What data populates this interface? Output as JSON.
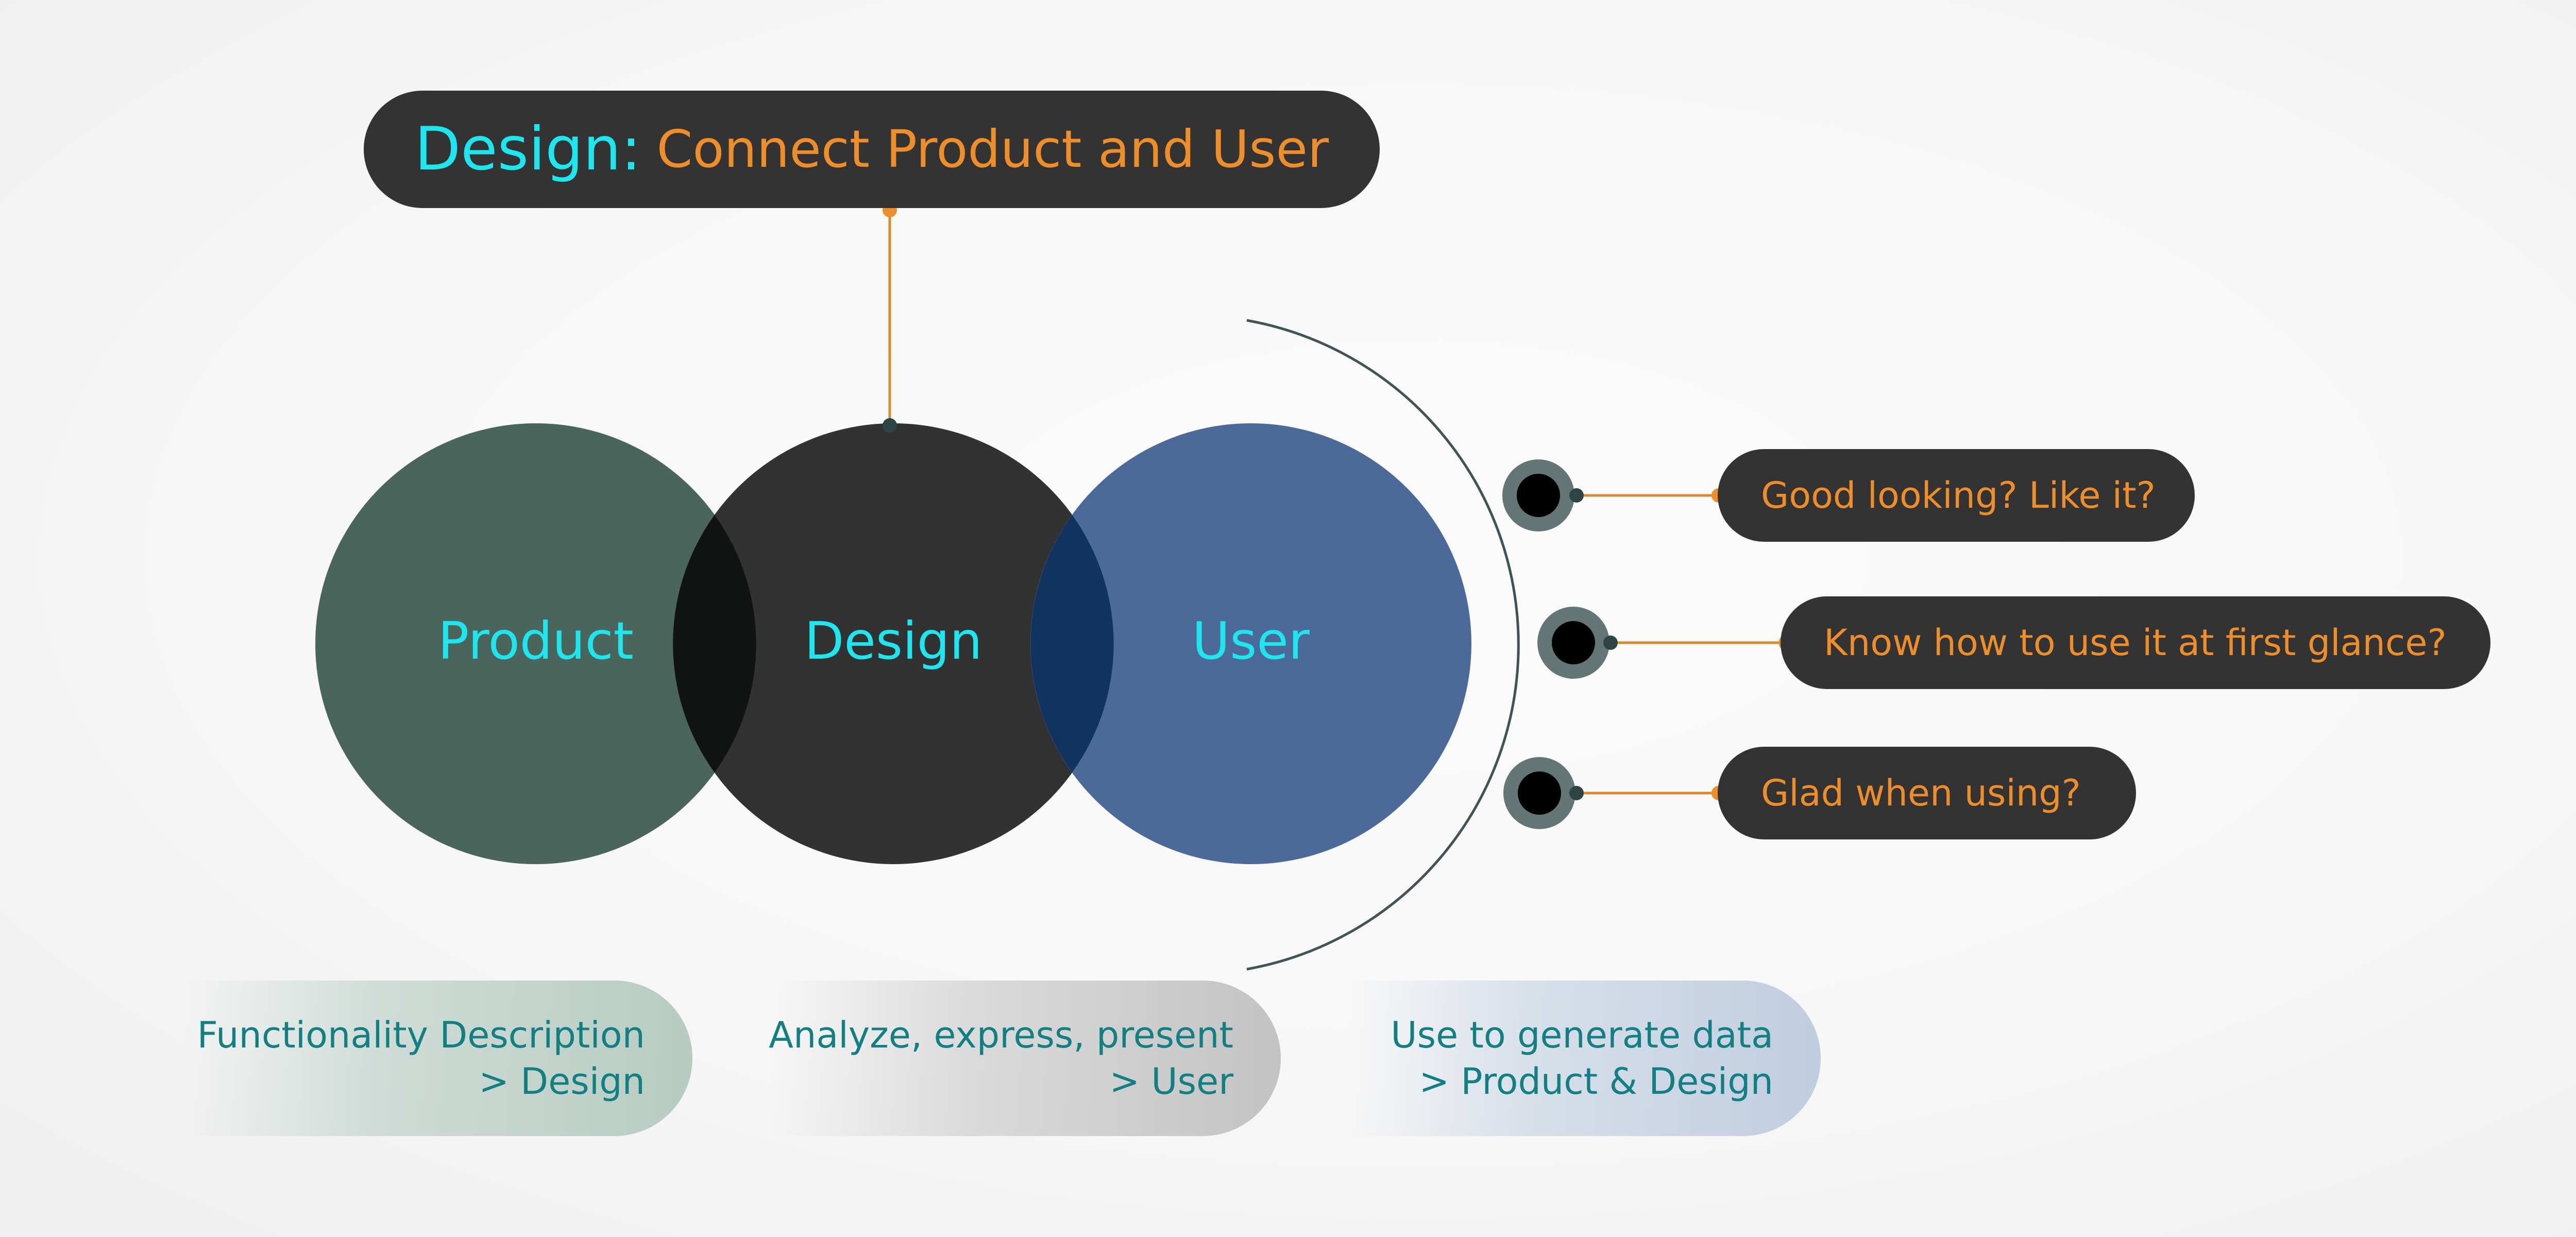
{
  "title": {
    "lead": "Design:",
    "rest": "Connect Product and User"
  },
  "circles": [
    {
      "label": "Product",
      "color": "#4a665c"
    },
    {
      "label": "Design",
      "color": "#323232"
    },
    {
      "label": "User",
      "color": "#4b6a9a"
    }
  ],
  "overlap_colors": {
    "product_design": "#0f1412",
    "design_user": "#11335f"
  },
  "questions": [
    "Good looking? Like it?",
    "Know how to use it at first glance?",
    "Glad when using?"
  ],
  "descriptions": [
    {
      "line1": "Functionality Description",
      "line2": "> Design"
    },
    {
      "line1": "Analyze, express, present",
      "line2": "> User"
    },
    {
      "line1": "Use to generate data",
      "line2": "> Product & Design"
    }
  ],
  "colors": {
    "accent_cyan": "#1ee6ee",
    "accent_orange": "#ee8e2a",
    "pill_dark": "#333333",
    "desc_text": "#127f82"
  }
}
